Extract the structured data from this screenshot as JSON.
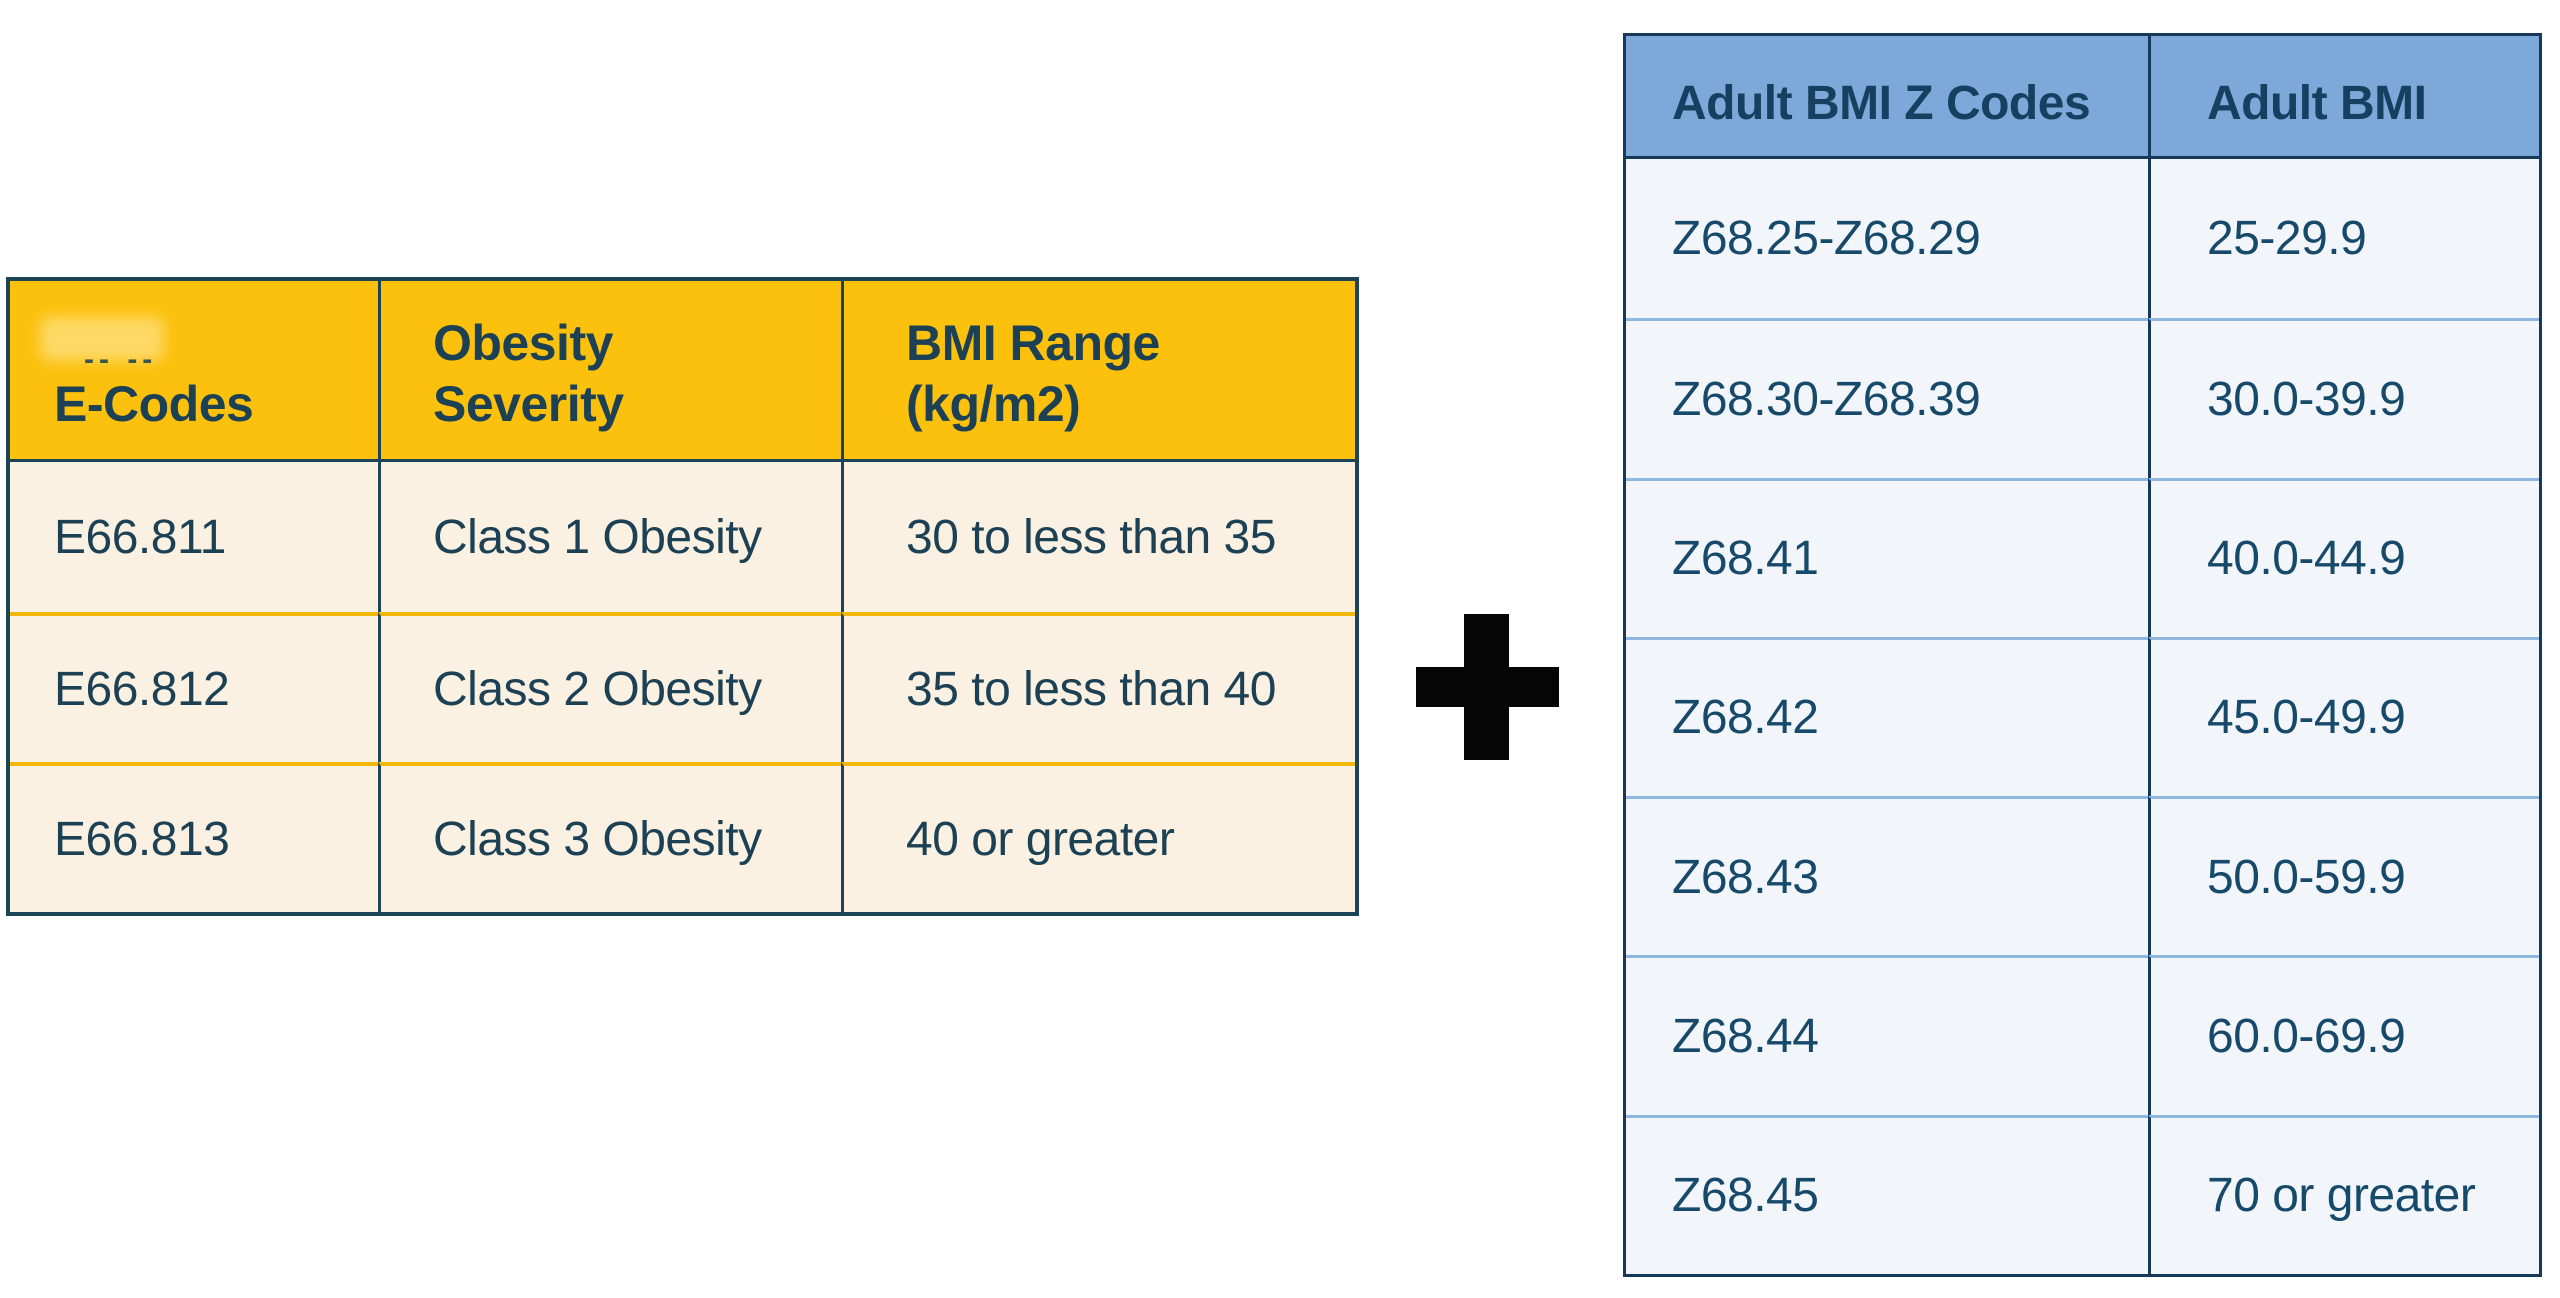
{
  "page": {
    "background": "#ffffff",
    "description_icons": {
      "plus": "plus-icon"
    }
  },
  "colors": {
    "left_header_bg": "#fcc10d",
    "left_body_bg": "#faf1e2",
    "left_border_navy": "#1d4356",
    "left_row_separator_gold": "#f3b70b",
    "right_header_bg": "#7ca9d9",
    "right_body_bg": "#f2f6fa",
    "right_border_navy": "#16395a",
    "right_row_separator_blue": "#8fb8e0",
    "text_navy": "#1d4154",
    "plus_black": "#050505"
  },
  "left_table": {
    "smudge_marks": "-- --",
    "headers": [
      {
        "lines": [
          "E-Codes"
        ]
      },
      {
        "lines": [
          "Obesity",
          "Severity"
        ]
      },
      {
        "lines": [
          "BMI Range",
          "(kg/m2)"
        ]
      }
    ],
    "rows": [
      {
        "e_code": "E66.811",
        "severity": "Class 1 Obesity",
        "bmi_range": "30 to less than 35"
      },
      {
        "e_code": "E66.812",
        "severity": "Class 2 Obesity",
        "bmi_range": "35 to less than 40"
      },
      {
        "e_code": "E66.813",
        "severity": "Class 3 Obesity",
        "bmi_range": "40 or greater"
      }
    ]
  },
  "plus": {
    "symbol": "+"
  },
  "right_table": {
    "headers": [
      "Adult BMI Z Codes",
      "Adult BMI"
    ],
    "rows": [
      {
        "z_code": "Z68.25-Z68.29",
        "bmi": "25-29.9"
      },
      {
        "z_code": "Z68.30-Z68.39",
        "bmi": "30.0-39.9"
      },
      {
        "z_code": "Z68.41",
        "bmi": "40.0-44.9"
      },
      {
        "z_code": "Z68.42",
        "bmi": "45.0-49.9"
      },
      {
        "z_code": "Z68.43",
        "bmi": "50.0-59.9"
      },
      {
        "z_code": "Z68.44",
        "bmi": "60.0-69.9"
      },
      {
        "z_code": "Z68.45",
        "bmi": "70 or greater"
      }
    ]
  }
}
